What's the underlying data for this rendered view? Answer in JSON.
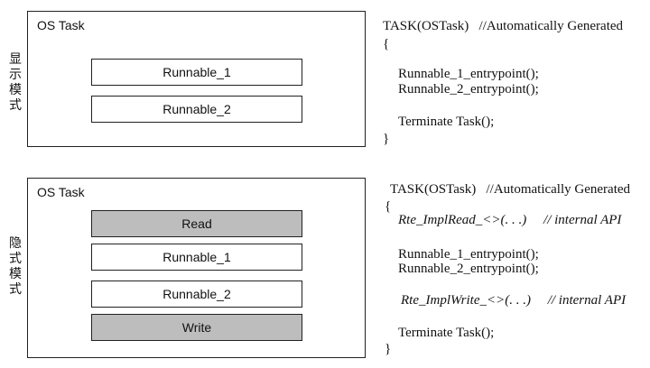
{
  "top": {
    "mode_label": "显示模式",
    "task_title": "OS Task",
    "runnables": [
      "Runnable_1",
      "Runnable_2"
    ],
    "code": {
      "header": "TASK(OSTask)   //Automatically Generated",
      "open_brace": "{",
      "call1": "Runnable_1_entrypoint();",
      "call2": "Runnable_2_entrypoint();",
      "terminate": "Terminate Task();",
      "close_brace": "}"
    }
  },
  "bottom": {
    "mode_label": "隐式模式",
    "task_title": "OS Task",
    "boxes": [
      "Read",
      "Runnable_1",
      "Runnable_2",
      "Write"
    ],
    "code": {
      "header": "TASK(OSTask)   //Automatically Generated",
      "open_brace": "{",
      "read_api": "Rte_ImplRead_<>(. . .)     // internal API",
      "call1": "Runnable_1_entrypoint();",
      "call2": "Runnable_2_entrypoint();",
      "write_api": "Rte_ImplWrite_<>(. . .)     // internal API",
      "terminate": "Terminate Task();",
      "close_brace": "}"
    }
  },
  "colors": {
    "shaded_box": "#bdbdbd",
    "border": "#222222"
  }
}
